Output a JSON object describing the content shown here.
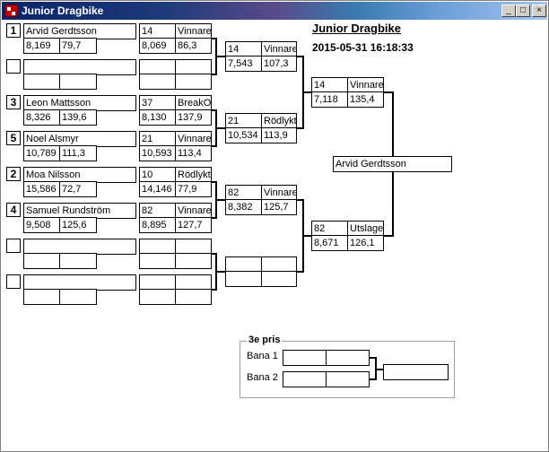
{
  "window": {
    "title": "Junior Dragbike",
    "minimize": "_",
    "maximize": "□",
    "close": "×"
  },
  "header": {
    "title": "Junior Dragbike",
    "datetime": "2015-05-31 16:18:33"
  },
  "round1": [
    {
      "seed": "1",
      "name": "Arvid Gerdtsson",
      "time": "8,169",
      "speed": "79,7"
    },
    {
      "seed": "",
      "name": "",
      "time": "",
      "speed": ""
    },
    {
      "seed": "3",
      "name": "Leon Mattsson",
      "time": "8,326",
      "speed": "139,6"
    },
    {
      "seed": "5",
      "name": "Noel Alsmyr",
      "time": "10,789",
      "speed": "111,3"
    },
    {
      "seed": "2",
      "name": "Moa Nilsson",
      "time": "15,586",
      "speed": "72,7"
    },
    {
      "seed": "4",
      "name": "Samuel Rundström",
      "time": "9,508",
      "speed": "125,6"
    },
    {
      "seed": "",
      "name": "",
      "time": "",
      "speed": ""
    },
    {
      "seed": "",
      "name": "",
      "time": "",
      "speed": ""
    }
  ],
  "round2": [
    {
      "num": "14",
      "status": "Vinnare",
      "time": "8,069",
      "speed": "86,3"
    },
    {
      "num": "",
      "status": "",
      "time": "",
      "speed": ""
    },
    {
      "num": "37",
      "status": "BreakOut",
      "time": "8,130",
      "speed": "137,9"
    },
    {
      "num": "21",
      "status": "Vinnare",
      "time": "10,593",
      "speed": "113,4"
    },
    {
      "num": "10",
      "status": "Rödlykta",
      "time": "14,146",
      "speed": "77,9"
    },
    {
      "num": "82",
      "status": "Vinnare",
      "time": "8,895",
      "speed": "127,7"
    },
    {
      "num": "",
      "status": "",
      "time": "",
      "speed": ""
    },
    {
      "num": "",
      "status": "",
      "time": "",
      "speed": ""
    }
  ],
  "round3": [
    {
      "num": "14",
      "status": "Vinnare",
      "time": "7,543",
      "speed": "107,3"
    },
    {
      "num": "21",
      "status": "Rödlykta",
      "time": "10,534",
      "speed": "113,9"
    },
    {
      "num": "82",
      "status": "Vinnare",
      "time": "8,382",
      "speed": "125,7"
    },
    {
      "num": "",
      "status": "",
      "time": "",
      "speed": ""
    }
  ],
  "round4": [
    {
      "num": "14",
      "status": "Vinnare",
      "time": "7,118",
      "speed": "135,4"
    },
    {
      "num": "82",
      "status": "Utslagen",
      "time": "8,671",
      "speed": "126,1"
    }
  ],
  "winner": "Arvid Gerdtsson",
  "third_place": {
    "title": "3e pris",
    "lane1_label": "Bana 1",
    "lane2_label": "Bana 2",
    "result": ""
  }
}
